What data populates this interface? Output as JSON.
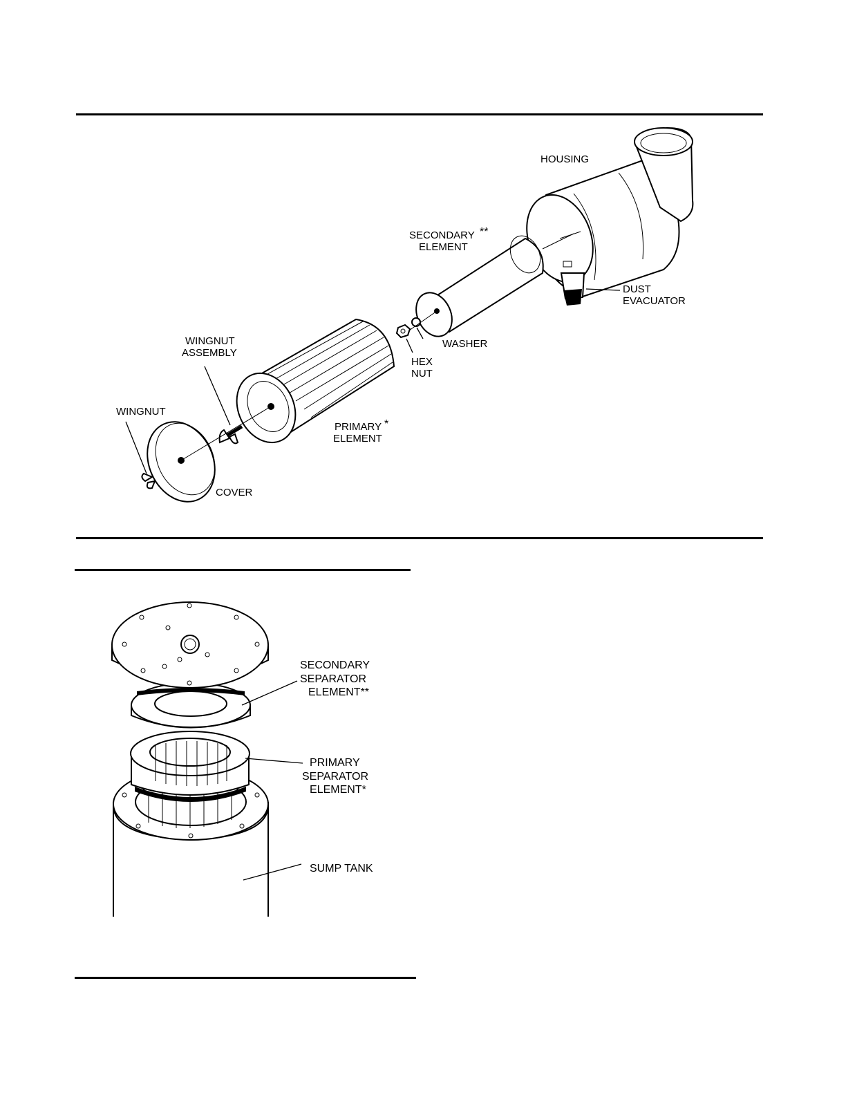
{
  "figure1": {
    "labels": {
      "housing": "HOUSING",
      "secondary_l1": "SECONDARY",
      "secondary_star": "**",
      "secondary_l2": "ELEMENT",
      "dust_l1": "DUST",
      "dust_l2": "EVACUATOR",
      "washer": "WASHER",
      "hex_l1": "HEX",
      "hex_l2": "NUT",
      "wingnut_asm_l1": "WINGNUT",
      "wingnut_asm_l2": "ASSEMBLY",
      "primary_l1": "PRIMARY",
      "primary_star": "*",
      "primary_l2": "ELEMENT",
      "wingnut": "WINGNUT",
      "cover": "COVER"
    }
  },
  "figure2": {
    "labels": {
      "sec_sep_l1": "SECONDARY",
      "sec_sep_l2": "SEPARATOR",
      "sec_sep_l3": "ELEMENT**",
      "pri_sep_l1": "PRIMARY",
      "pri_sep_l2": "SEPARATOR",
      "pri_sep_l3": "ELEMENT*",
      "sump": "SUMP TANK"
    }
  }
}
